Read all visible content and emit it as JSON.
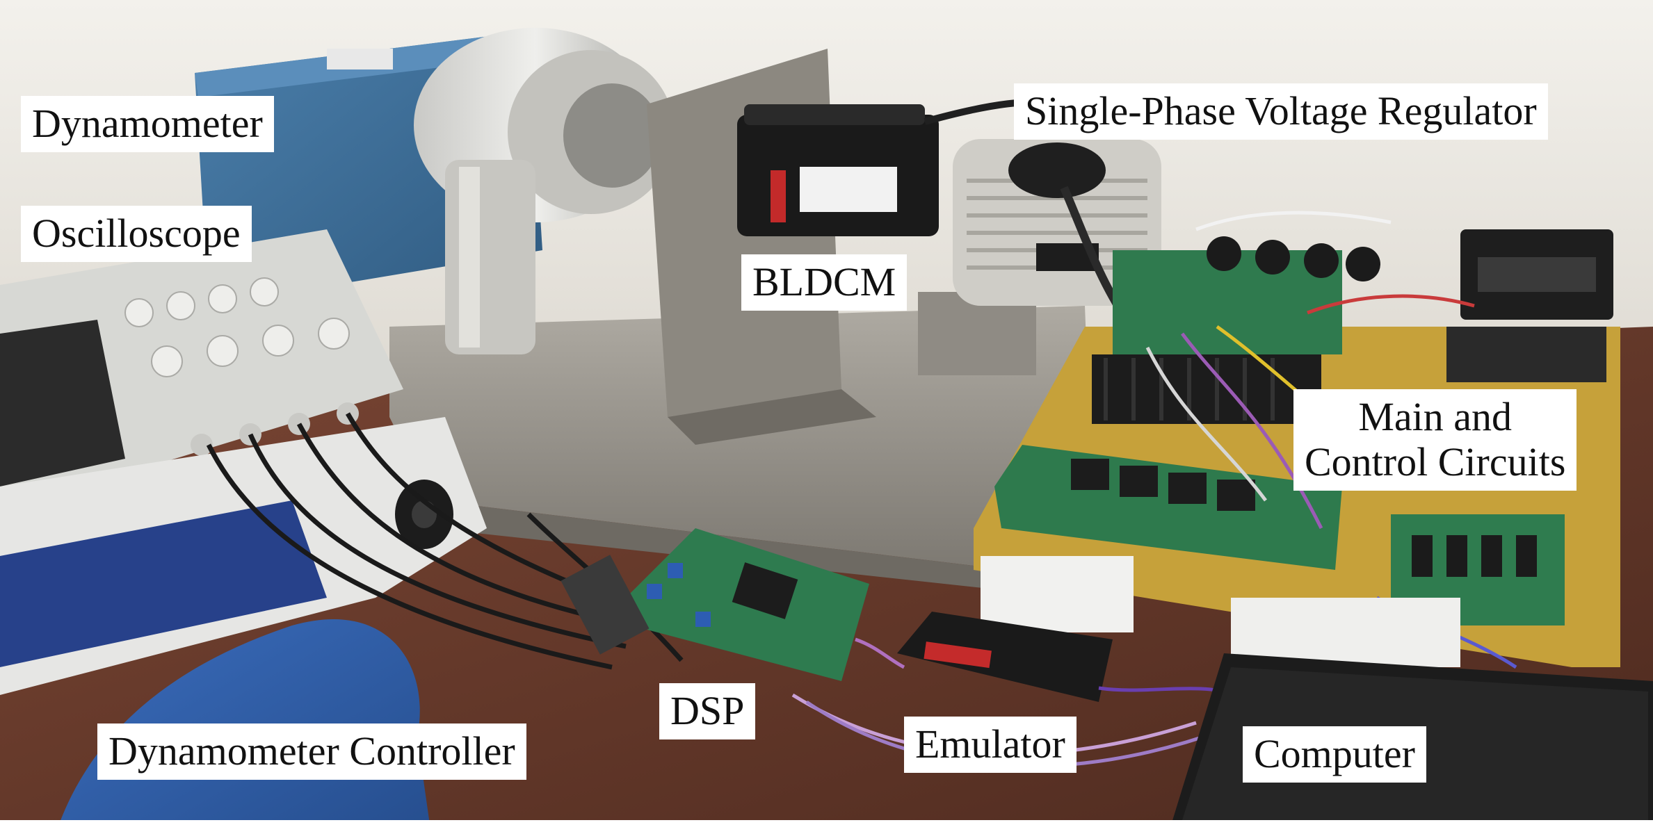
{
  "figure": {
    "labels": {
      "dynamometer": "Dynamometer",
      "oscilloscope": "Oscilloscope",
      "bldcm": "BLDCM",
      "voltage_regulator": "Single-Phase Voltage Regulator",
      "main_control_line1": "Main and",
      "main_control_line2": "Control Circuits",
      "dsp": "DSP",
      "emulator": "Emulator",
      "computer": "Computer",
      "dynamometer_controller": "Dynamometer Controller"
    }
  },
  "colors": {
    "wall": "#ece9e3",
    "desk": "#6a3a2a",
    "dynamometer_blue": "#3e6f98",
    "steel": "#9a968f",
    "pcb_green": "#2f7a4e",
    "board_yellow": "#c9a63a",
    "cloth_blue": "#2f5fa8"
  }
}
